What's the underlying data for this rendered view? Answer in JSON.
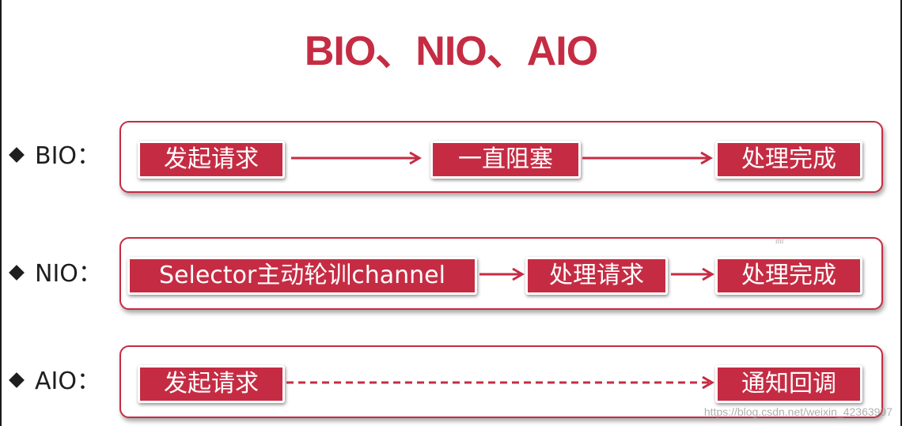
{
  "title": "BIO、NIO、AIO",
  "rows": [
    {
      "label": "BIO：",
      "steps": [
        "发起请求",
        "一直阻塞",
        "处理完成"
      ]
    },
    {
      "label": "NIO：",
      "steps": [
        "Selector主动轮训channel",
        "处理请求",
        "处理完成"
      ]
    },
    {
      "label": "AIO：",
      "steps": [
        "发起请求",
        "通知回调"
      ]
    }
  ],
  "marks": {
    "small": "mr"
  },
  "watermark": "https://blog.csdn.net/weixin_42363997",
  "colors": {
    "accent": "#c52c43",
    "text": "#1e1e1e"
  }
}
